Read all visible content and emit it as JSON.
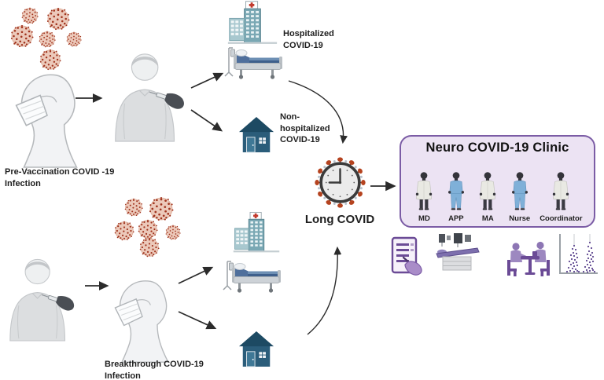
{
  "figure": {
    "type": "medical-flow-diagram",
    "labels": {
      "pre_vaccination": "Pre-Vaccination COVID -19\nInfection",
      "breakthrough": "Breakthrough COVID-19\nInfection",
      "hospitalized": "Hospitalized\nCOVID-19",
      "non_hospitalized": "Non-\nhospitalized\nCOVID-19",
      "long_covid": "Long COVID"
    },
    "clinic": {
      "title": "Neuro COVID-19 Clinic",
      "staff": [
        {
          "role": "MD",
          "attire": "white-coat"
        },
        {
          "role": "APP",
          "attire": "blue-scrubs"
        },
        {
          "role": "MA",
          "attire": "white-coat"
        },
        {
          "role": "Nurse",
          "attire": "blue-scrubs"
        },
        {
          "role": "Coordinator",
          "attire": "white-coat"
        }
      ],
      "service_icons": [
        "intake-form-icon",
        "exam-table-icon",
        "consultation-icon",
        "data-scatter-plot-icon"
      ]
    },
    "icons": [
      "virus-particles-icon",
      "masked-person-icon",
      "vaccination-icon",
      "hospital-building-icon",
      "hospital-bed-icon",
      "house-icon",
      "virus-clock-icon"
    ],
    "colors": {
      "virus_body": "#ecc9ba",
      "virus_speck": "#a0341e",
      "clinic_box_fill": "#ece3f3",
      "clinic_box_border": "#7b5ca5",
      "accent_purple": "#6b4b96",
      "house_blue": "#2b5d7a",
      "hospital_teal": "#7aa8b4",
      "scrub_blue": "#7fb0d8",
      "arrow": "#2b2b2b",
      "text": "#1e1e1e"
    }
  }
}
